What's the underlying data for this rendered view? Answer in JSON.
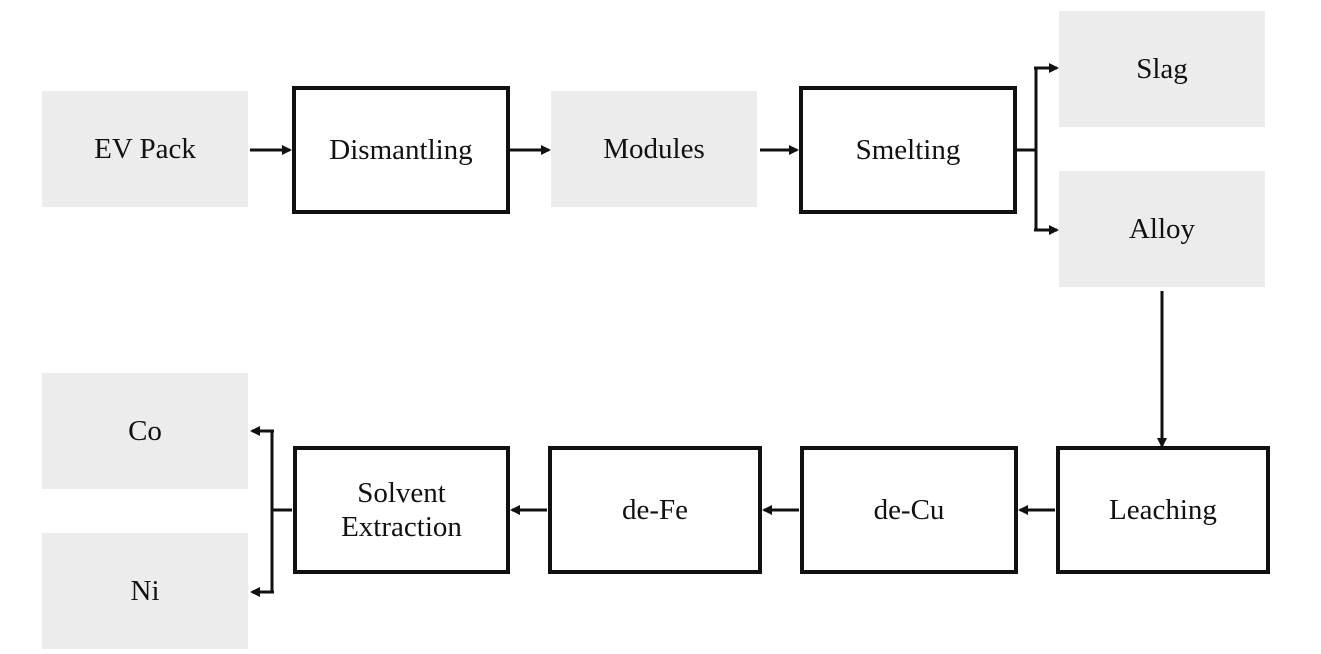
{
  "nodes": {
    "ev_pack": "EV Pack",
    "dismantling": "Dismantling",
    "modules": "Modules",
    "smelting": "Smelting",
    "slag": "Slag",
    "alloy": "Alloy",
    "leaching": "Leaching",
    "de_cu": "de-Cu",
    "de_fe": "de-Fe",
    "solvent_line1": "Solvent",
    "solvent_line2": "Extraction",
    "co": "Co",
    "ni": "Ni"
  },
  "colors": {
    "material_fill": "#ececec",
    "process_border": "#111111",
    "line": "#111111"
  }
}
